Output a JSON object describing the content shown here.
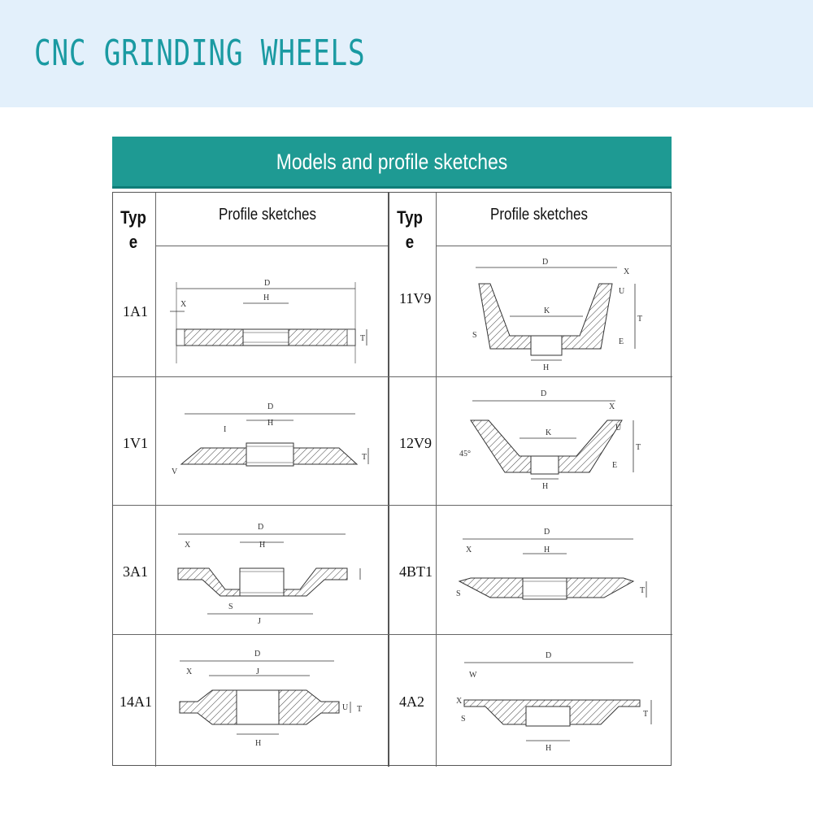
{
  "banner": {
    "title": "CNC GRINDING WHEELS"
  },
  "table": {
    "heading": "Models and profile sketches",
    "col_type_line1": "Typ",
    "col_type_line2": "e",
    "col_profile": "Profile sketches"
  },
  "rows": [
    {
      "left": "1A1",
      "right": "11V9"
    },
    {
      "left": "1V1",
      "right": "12V9"
    },
    {
      "left": "3A1",
      "right": "4BT1"
    },
    {
      "left": "14A1",
      "right": "4A2"
    }
  ],
  "dimension_marks": {
    "D": "D",
    "H": "H",
    "T": "T",
    "X": "X",
    "K": "K",
    "U": "U",
    "E": "E",
    "J": "J",
    "S": "S",
    "V": "V",
    "W": "W",
    "angle45": "45°"
  },
  "colors": {
    "banner_bg": "#e3f0fb",
    "banner_text": "#1a9aa2",
    "table_header_bg": "#1e9a93"
  }
}
